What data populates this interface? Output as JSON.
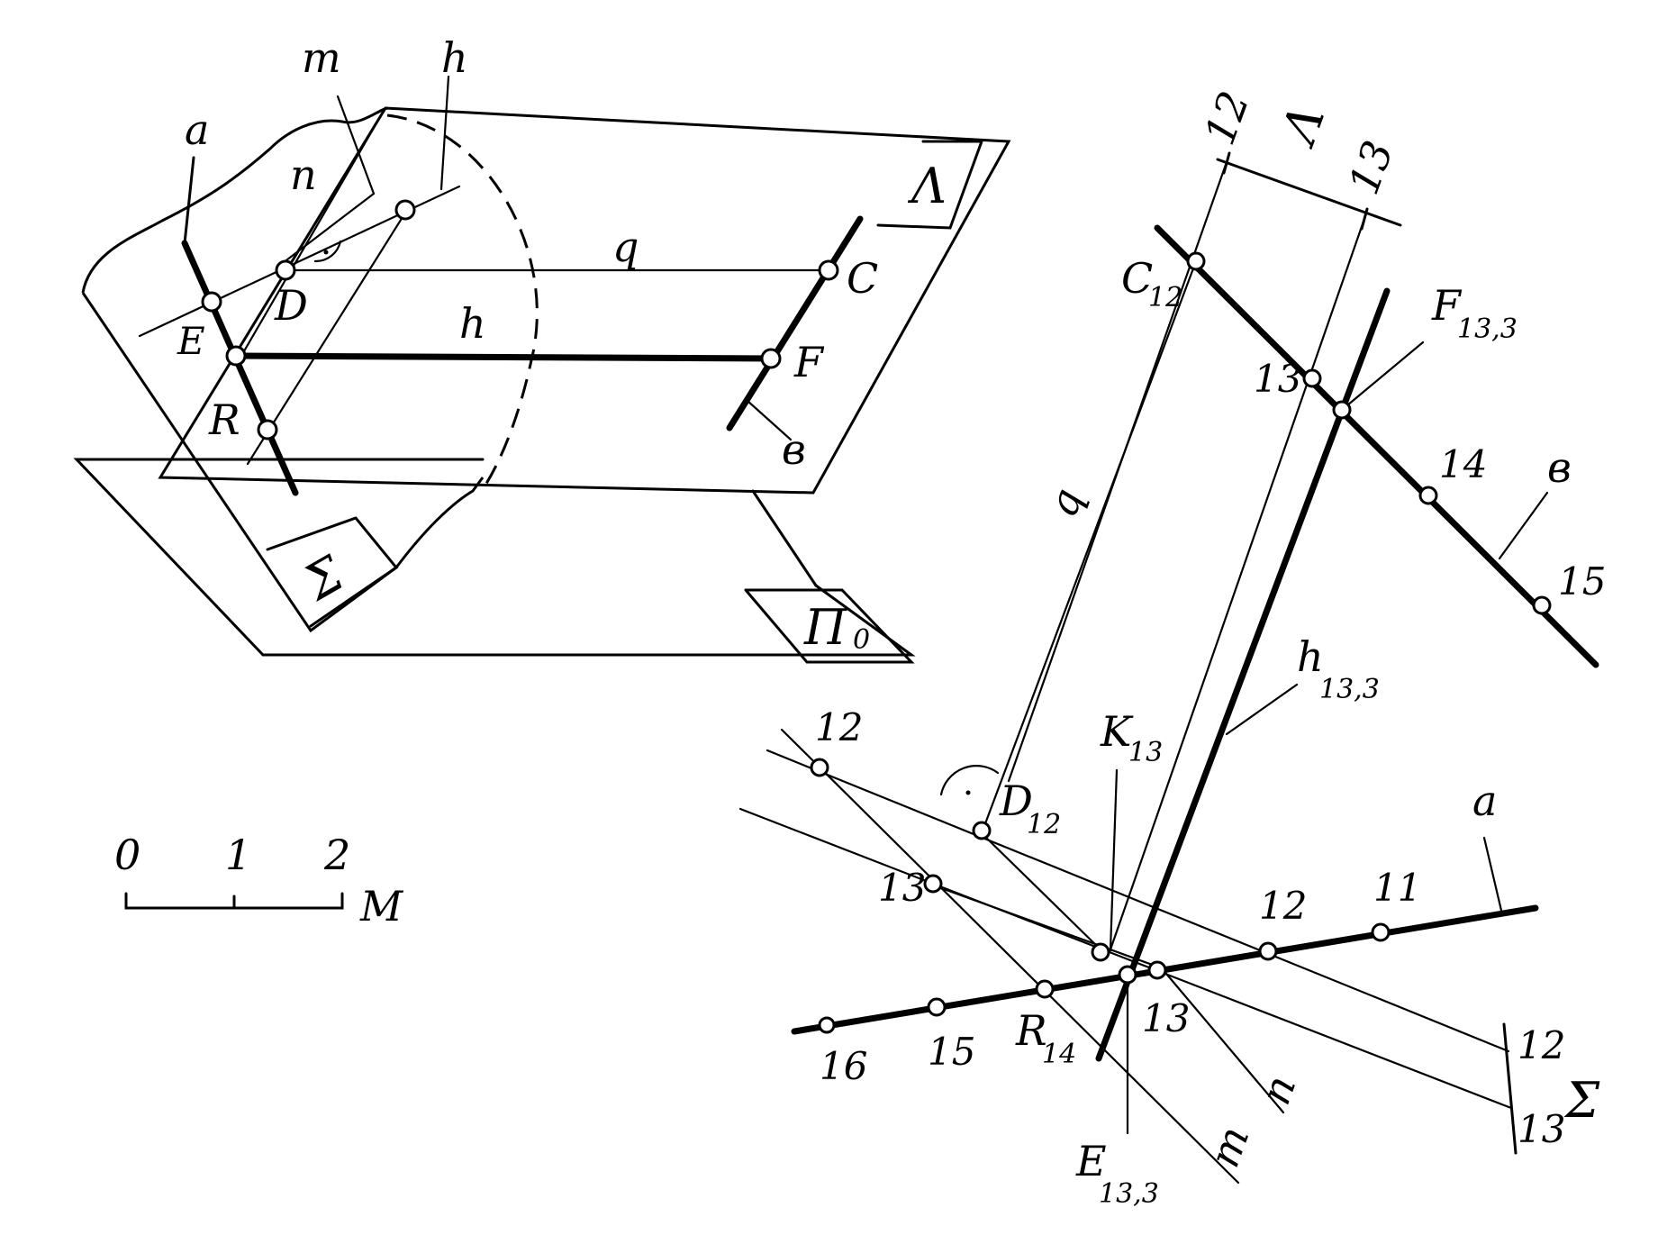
{
  "left_view": {
    "line_labels": {
      "a": "a",
      "m": "m",
      "h_top": "h",
      "n": "n",
      "q": "q",
      "h_mid": "h",
      "b": "в"
    },
    "point_labels": {
      "D": "D",
      "E": "E",
      "R": "R",
      "C": "C",
      "F": "F"
    },
    "plane_labels": {
      "lambda": "Λ",
      "sigma": "Σ",
      "pi0_main": "Π",
      "pi0_sub": "0"
    }
  },
  "scale_bar": {
    "ticks": [
      "0",
      "1",
      "2"
    ],
    "unit": "М"
  },
  "right_view": {
    "lambda_trace": {
      "left": "12",
      "label": "Λ",
      "right": "13"
    },
    "sigma_trace": {
      "upper": "12",
      "lower": "13",
      "label": "Σ"
    },
    "line_b": {
      "label": "в",
      "C_main": "C",
      "C_sub": "12",
      "F_main": "F",
      "F_sub": "13,3",
      "marks": [
        "13",
        "14",
        "15"
      ]
    },
    "line_h": {
      "main": "h",
      "sub": "13,3"
    },
    "line_q": "q",
    "line_a": {
      "label": "a",
      "marks": [
        "11",
        "12",
        "13",
        "15",
        "16"
      ],
      "R_main": "R",
      "R_sub": "14",
      "E_main": "E",
      "E_sub": "13,3"
    },
    "point_K": {
      "main": "K",
      "sub": "13"
    },
    "point_D": {
      "main": "D",
      "sub": "12"
    },
    "line_m": {
      "label": "m",
      "marks": [
        "12",
        "13"
      ]
    },
    "line_n": "n"
  }
}
